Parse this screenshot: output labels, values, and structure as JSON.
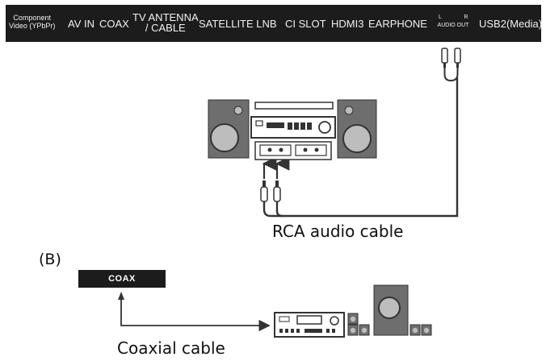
{
  "ports": {
    "component_line1": "Component",
    "component_line2": "Video (YPbPr)",
    "av_in": "AV IN",
    "coax": "COAX",
    "tv_antenna_line1": "TV ANTENNA",
    "tv_antenna_line2": "/ CABLE",
    "satellite_lnb": "SATELLITE LNB",
    "ci_slot": "CI SLOT",
    "hdmi3": "HDMI3",
    "earphone": "EARPHONE",
    "audio_out_left": "L",
    "audio_out_right": "R",
    "audio_out_label": "AUDIO OUT",
    "usb2": "USB2(Media)"
  },
  "captions": {
    "rca_cable": "RCA audio cable",
    "section_b": "(B)",
    "coax_port": "COAX",
    "coaxial_cable": "Coaxial cable"
  },
  "colors": {
    "port_bar": "#1c1c1c",
    "speaker_body": "#6e6e6e",
    "speaker_cone": "#bdbdbd",
    "line": "#333333"
  },
  "icons": [
    "speaker-icon",
    "stereo-receiver-icon",
    "rca-plug-icon",
    "subwoofer-icon",
    "av-receiver-icon"
  ]
}
